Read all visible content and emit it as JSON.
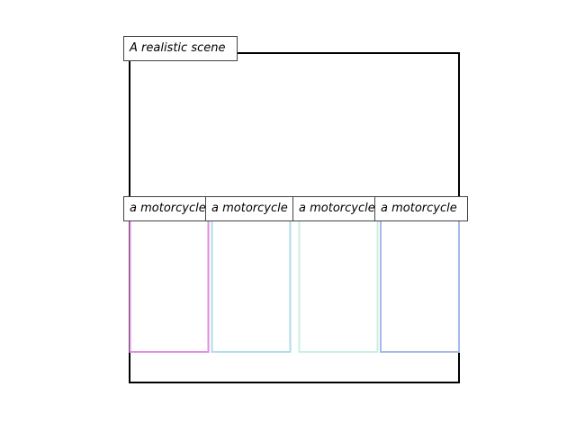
{
  "scene": {
    "caption": "A realistic scene",
    "frame_color": "#000000"
  },
  "objects": [
    {
      "label": "a motorcycle",
      "color": "#e08ee0"
    },
    {
      "label": "a motorcycle",
      "color": "#b0dde8"
    },
    {
      "label": "a motorcycle",
      "color": "#c8f0e4"
    },
    {
      "label": "a motorcycle",
      "color": "#a8b8e8"
    }
  ]
}
